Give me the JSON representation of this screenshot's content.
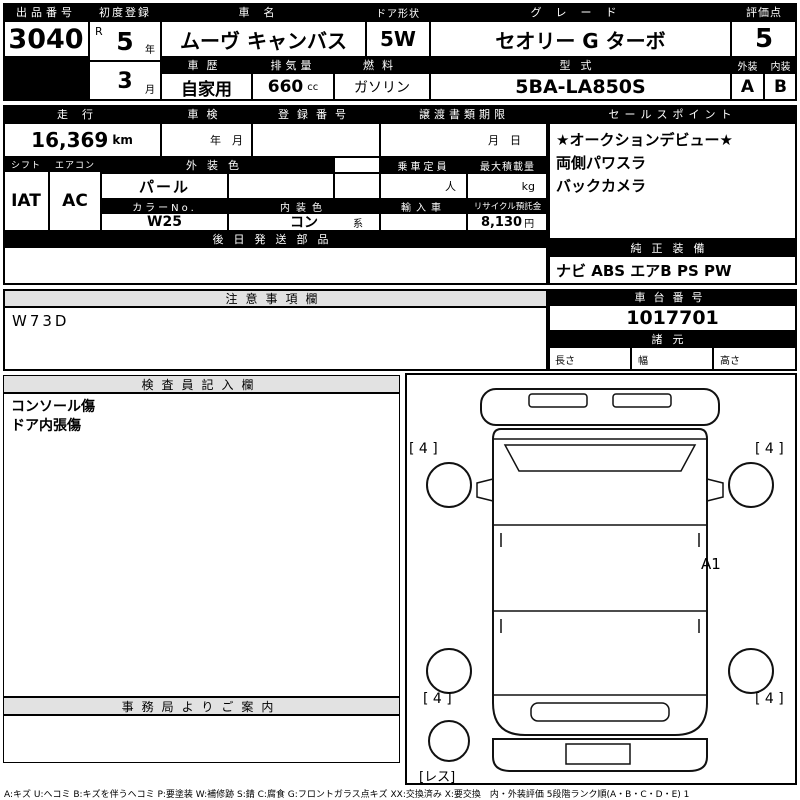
{
  "colors": {
    "ink": "#000000",
    "paper": "#ffffff",
    "subhead": "#e2e2e2"
  },
  "top": {
    "lot_label": "出品番号",
    "lot_no": "3040",
    "first_reg_label": "初度登録",
    "era": "R",
    "reg_year": "5",
    "year_unit": "年",
    "reg_month": "3",
    "month_unit": "月",
    "name_label": "車名",
    "name": "ムーヴ キャンバス",
    "door_label": "ドア形状",
    "door": "5W",
    "grade_label": "グレード",
    "grade": "セオリー G ターボ",
    "score_label": "評価点",
    "score": "5",
    "history_label": "車歴",
    "history": "自家用",
    "cc_label": "排気量",
    "cc": "660",
    "cc_unit": "cc",
    "fuel_label": "燃料",
    "fuel": "ガソリン",
    "model_label": "型式",
    "model": "5BA-LA850S",
    "ext_label": "外装",
    "ext_grade": "A",
    "int_label": "内装",
    "int_grade": "B"
  },
  "row2": {
    "mileage_label": "走行",
    "mileage": "16,369",
    "mileage_unit": "km",
    "shaken_label": "車検",
    "shaken_placeholder": "年　月",
    "regno_label": "登録番号",
    "transfer_label": "譲渡書類期限",
    "transfer_placeholder": "月　日",
    "sales_label": "セールスポイント",
    "sales_points": [
      "★オークションデビュー★",
      "両側パワスラ",
      "バックカメラ"
    ]
  },
  "row3": {
    "shift_label": "シフト",
    "shift": "IAT",
    "ac_label": "エアコン",
    "ac": "AC",
    "ext_color_label": "外装色",
    "ext_color": "パール",
    "capacity_label": "乗車定員",
    "capacity_unit": "人",
    "payload_label": "最大積載量",
    "payload_unit": "kg",
    "color_no_label": "カラーNo.",
    "color_no": "W25",
    "int_color_label": "内装色",
    "int_color": "コン",
    "int_color_suffix": "系",
    "import_label": "輸入車",
    "recycle_label": "リサイクル預託金",
    "recycle_fee": "8,130",
    "recycle_unit": "円"
  },
  "later_parts": {
    "label": "後日発送部品"
  },
  "equipment": {
    "label": "純正装備",
    "value": "ナビ ABS エアB PS PW"
  },
  "notes": {
    "label": "注意事項欄",
    "value": "W73D"
  },
  "chassis": {
    "label": "車台番号",
    "value": "1017701"
  },
  "specs": {
    "label": "諸元",
    "length_label": "長さ",
    "width_label": "幅",
    "height_label": "高さ"
  },
  "inspector": {
    "label": "検査員記入欄",
    "lines": [
      "コンソール傷",
      "ドア内張傷"
    ]
  },
  "office": {
    "label": "事務局よりご案内"
  },
  "diagram": {
    "tire_front_left": "[ 4 ]",
    "tire_front_right": "[ 4 ]",
    "tire_rear_left": "[ 4 ]",
    "tire_rear_right": "[ 4 ]",
    "panel_mark": "A1",
    "spare_mark": "[レス]"
  },
  "legend": "A:キズ U:ヘコミ B:キズを伴うヘコミ P:要塗装 W:補修跡 S:錆 C:腐食 G:フロントガラス点キズ XX:交換済み X:要交換　内・外装評価 5段階ランク順(A・B・C・D・E) 1"
}
